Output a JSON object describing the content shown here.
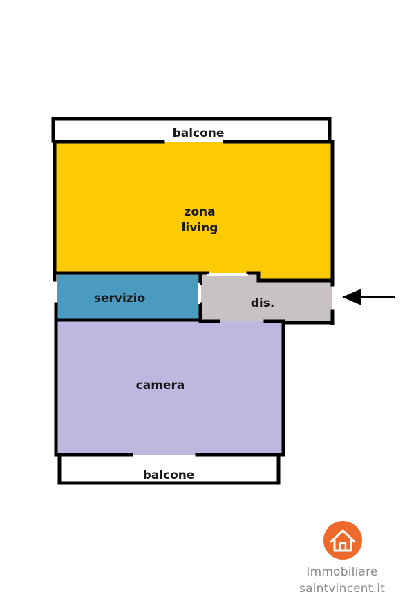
{
  "plan": {
    "rooms": [
      {
        "id": "balcone-top",
        "label": "balcone",
        "color": "#ffffff"
      },
      {
        "id": "zona-living",
        "label_lines": [
          "zona",
          "living"
        ],
        "color": "#fccb05"
      },
      {
        "id": "servizio",
        "label": "servizio",
        "color": "#4b9bc1"
      },
      {
        "id": "dis",
        "label": "dis.",
        "color": "#c9c2c5"
      },
      {
        "id": "camera",
        "label": "camera",
        "color": "#bcb8e0"
      },
      {
        "id": "balcone-bottom",
        "label": "balcone",
        "color": "#ffffff"
      }
    ],
    "wall_color": "#000000",
    "entrance_arrow": "arrow-left-icon"
  },
  "logo": {
    "icon": "house-icon",
    "color": "#ee6a2c",
    "line1": "Immobiliare",
    "line2": "saintvincent.it"
  }
}
